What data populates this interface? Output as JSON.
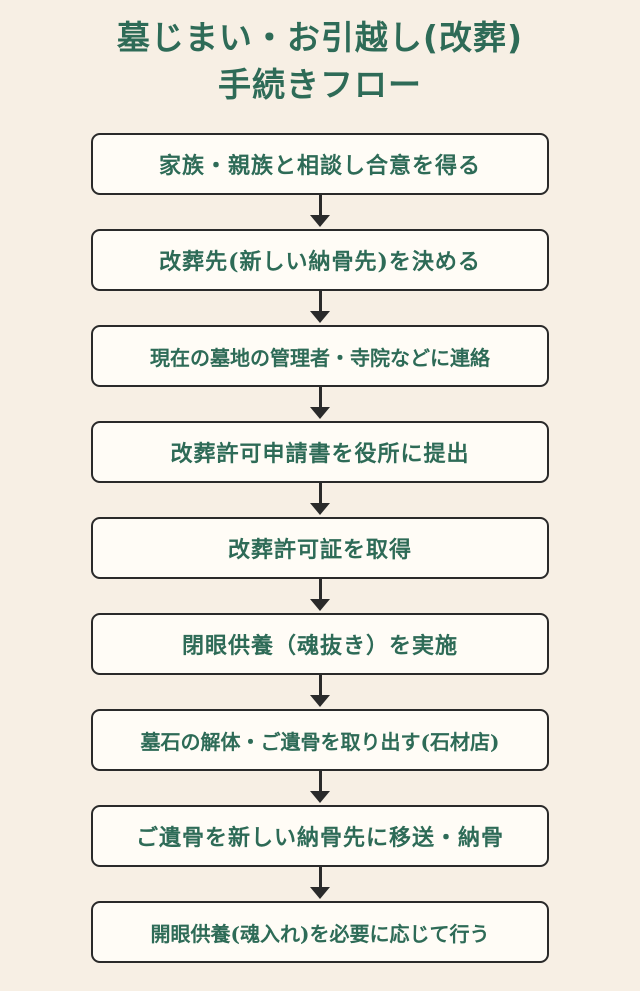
{
  "title": {
    "line1": "墓じまい・お引越し(改葬)",
    "line2": "手続きフロー"
  },
  "steps": [
    "家族・親族と相談し合意を得る",
    "改葬先(新しい納骨先)を決める",
    "現在の墓地の管理者・寺院などに連絡",
    "改葬許可申請書を役所に提出",
    "改葬許可証を取得",
    "閉眼供養（魂抜き）を実施",
    "墓石の解体・ご遺骨を取り出す(石材店)",
    "ご遺骨を新しい納骨先に移送・納骨",
    "開眼供養(魂入れ)を必要に応じて行う"
  ],
  "colors": {
    "background": "#f7efe4",
    "title_text": "#2e6b57",
    "step_text": "#2e6b57",
    "box_fill": "#fffcf6",
    "border_and_arrow": "#2a2a2a"
  }
}
